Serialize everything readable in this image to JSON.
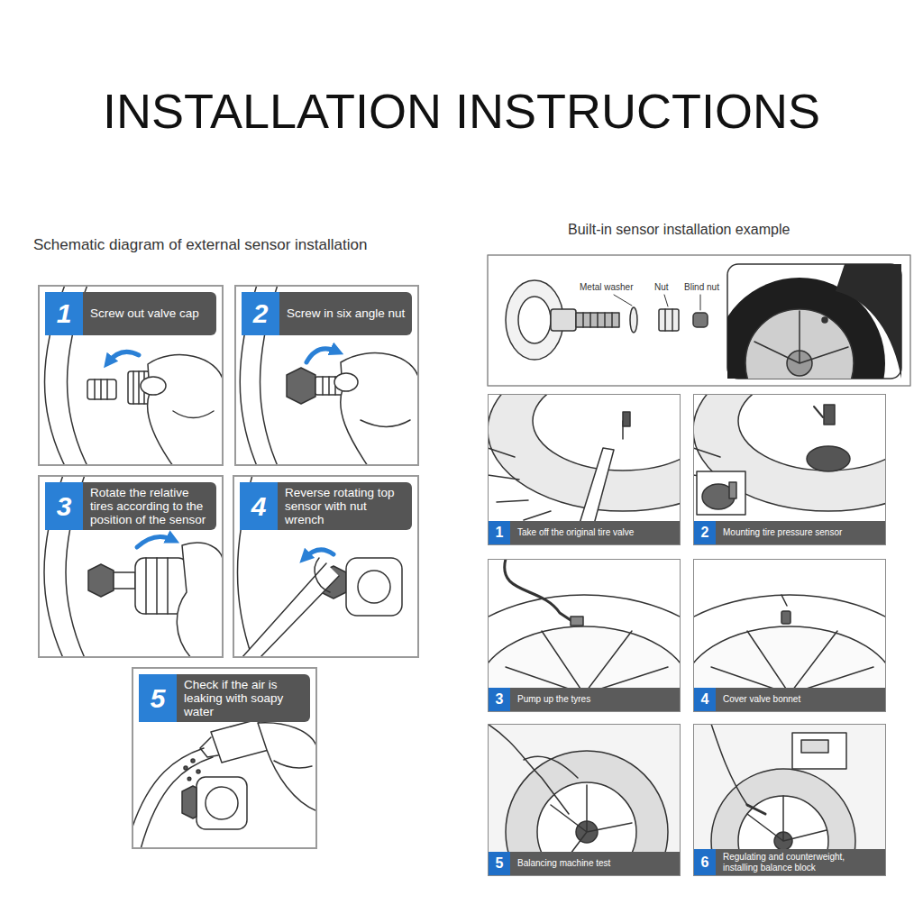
{
  "diagram": {
    "title": "INSTALLATION INSTRUCTIONS",
    "nodes": [
      {
        "text": [
          "1",
          "Screw out valve cap"
        ]
      },
      {
        "text": [
          "2",
          "Screw in six angle nut"
        ]
      },
      {
        "text": [
          "3",
          "Rotate the relative tires according to the position of the sensor"
        ]
      },
      {
        "text": [
          "4",
          "Reverse rotating top sensor with nut wrench"
        ]
      },
      {
        "text": [
          "5",
          "Check if the air is leaking with soapy water"
        ]
      },
      {
        "text": [
          "1",
          "Take off the original tire valve"
        ]
      },
      {
        "text": [
          "2",
          "Mounting tire pressure sensor"
        ]
      },
      {
        "text": [
          "3",
          "Pump up the tyres"
        ]
      },
      {
        "text": [
          "4",
          "Cover valve bonnet"
        ]
      },
      {
        "text": [
          "5",
          "Balancing machine test"
        ]
      },
      {
        "text": [
          "6",
          "Regulating and counterweight, installing balance block"
        ]
      }
    ],
    "labels": [
      "Schematic diagram of external sensor installation",
      "Built-in sensor installation example",
      "Metal washer",
      "Nut",
      "Blind nut"
    ]
  }
}
